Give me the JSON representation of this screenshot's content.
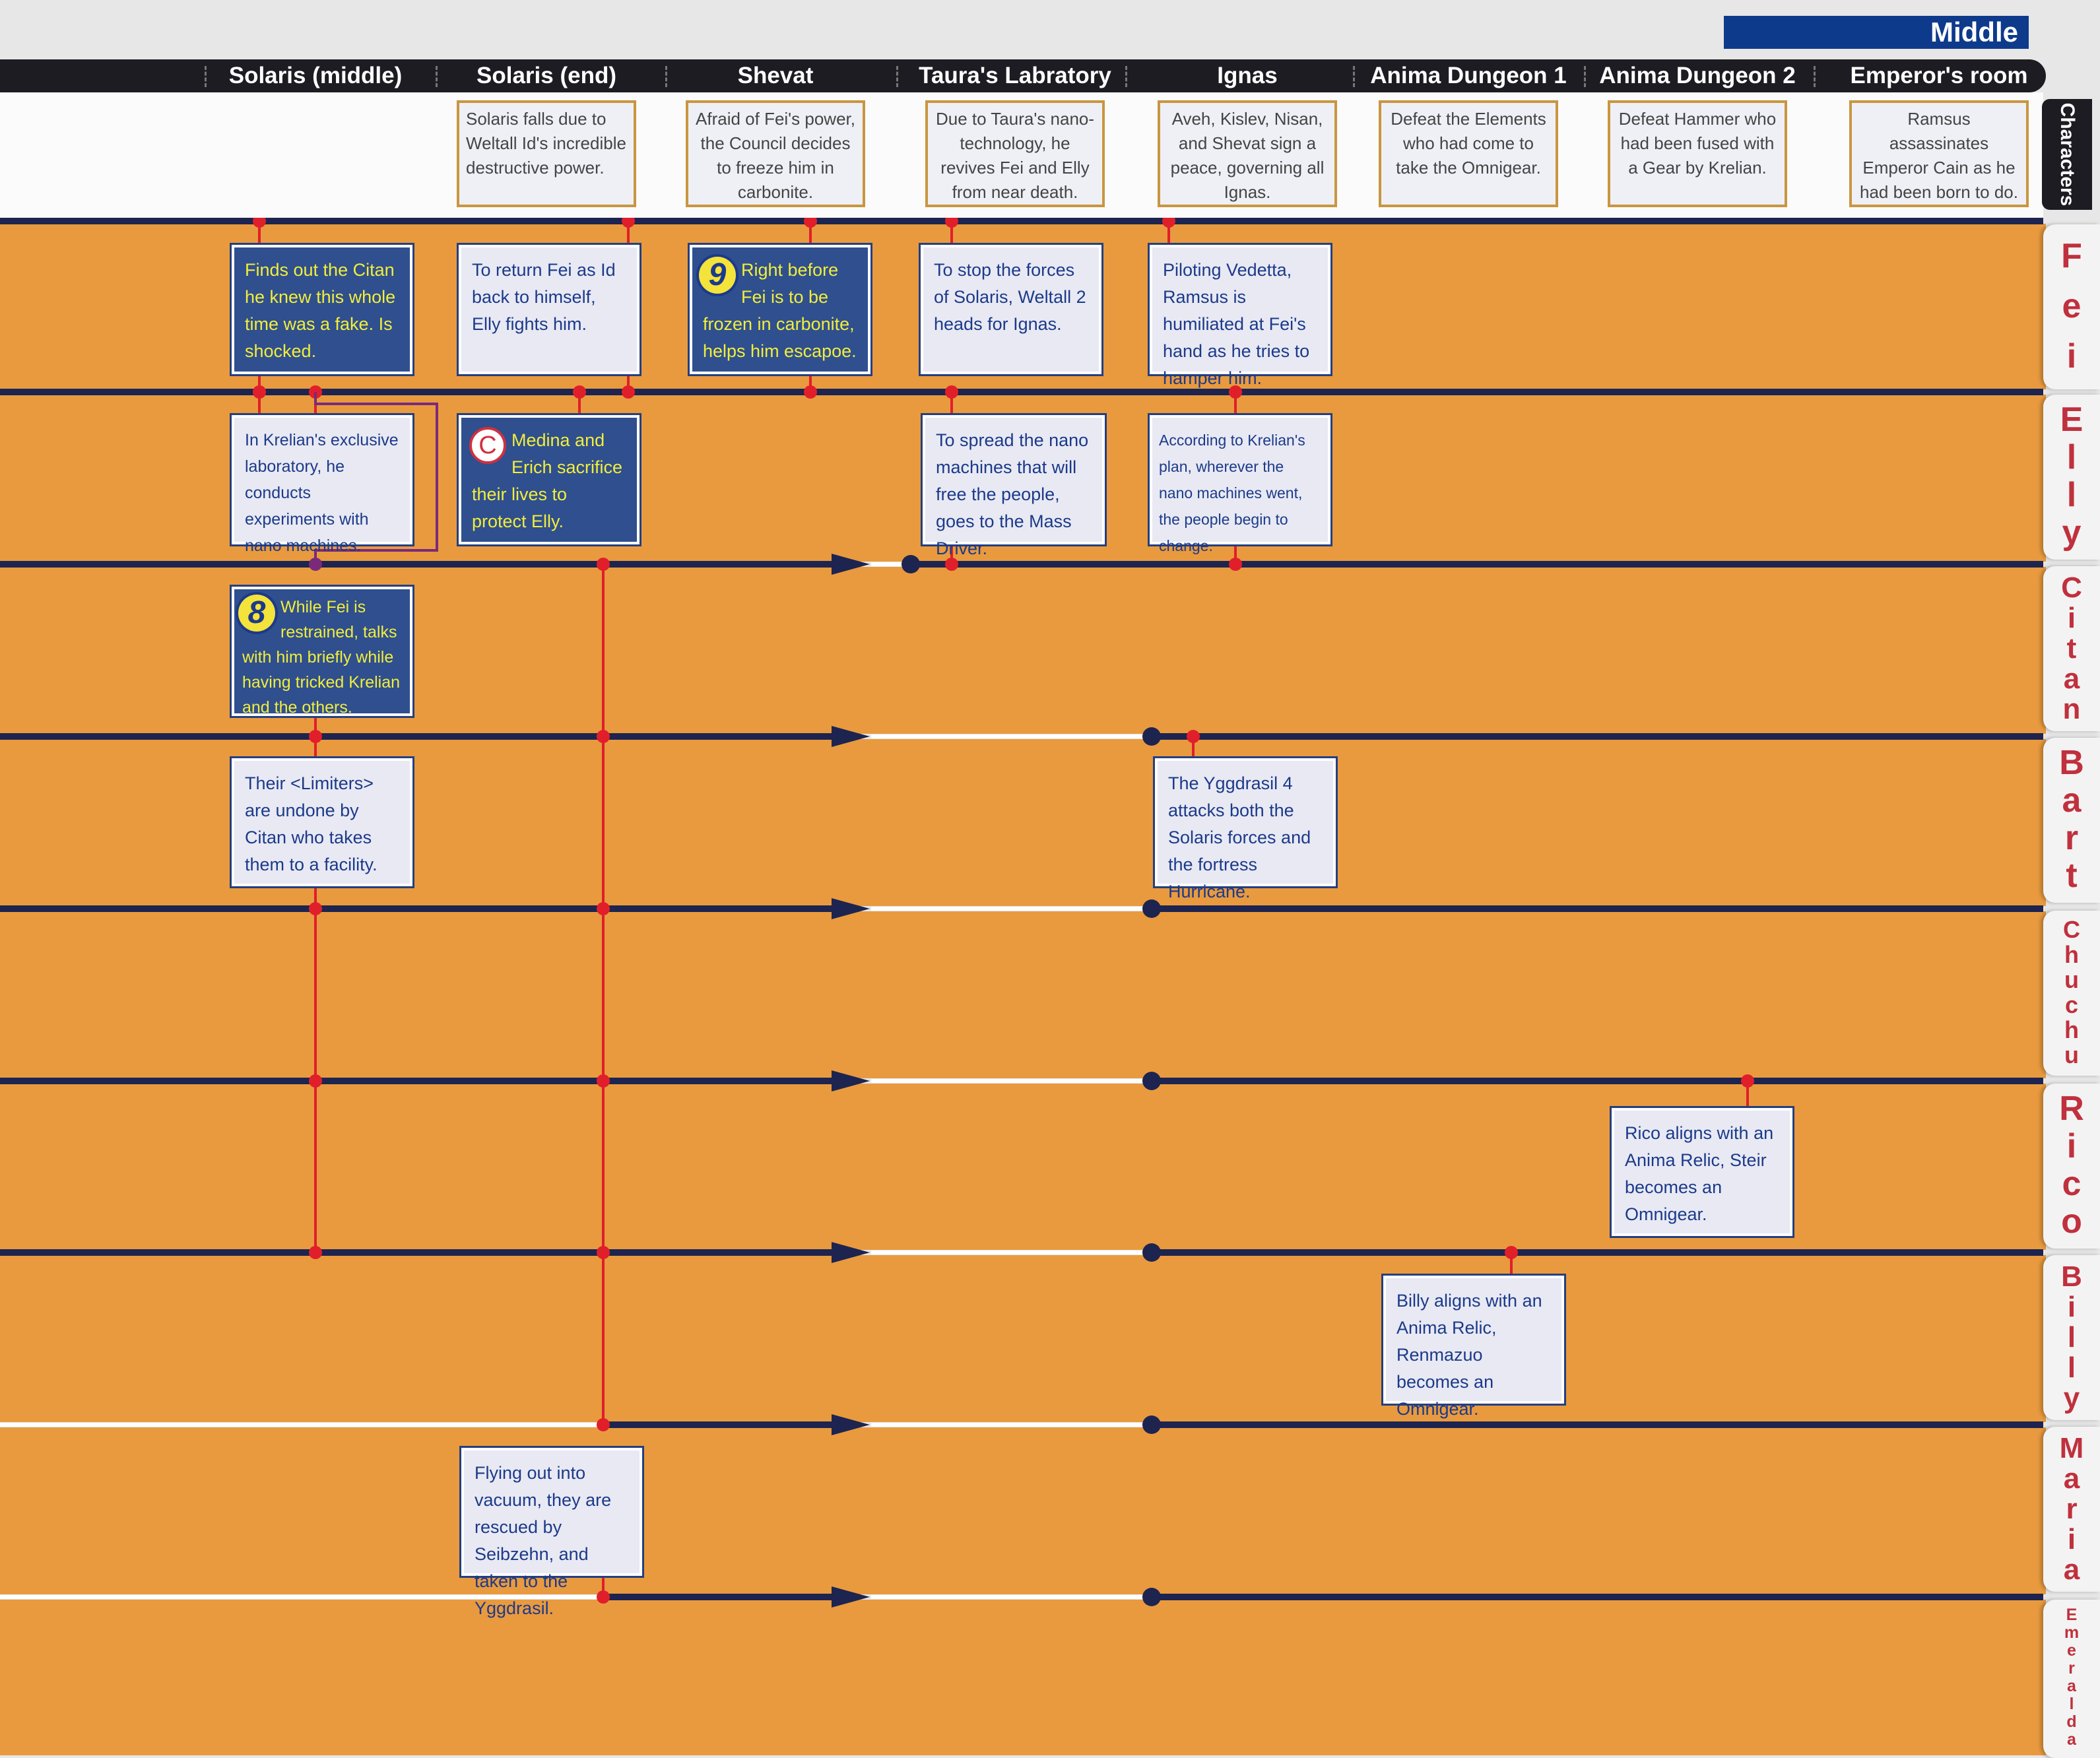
{
  "phase": "Middle",
  "characters_tab": "Characters",
  "locations": [
    "Solaris (middle)",
    "Solaris (end)",
    "Shevat",
    "Taura's Labratory",
    "Ignas",
    "Anima Dungeon 1",
    "Anima Dungeon 2",
    "Emperor's room"
  ],
  "summaries": [
    "",
    "Solaris falls due to Weltall Id's incredible destructive power.",
    "Afraid of Fei's power, the Council decides to freeze him in carbonite.",
    "Due to Taura's nano-technology, he revives Fei and Elly from near death.",
    "Aveh, Kislev, Nisan, and Shevat sign a peace, governing all Ignas.",
    "Defeat the Elements who had come to take the Omnigear.",
    "Defeat Hammer who had been fused with a Gear by Krelian.",
    "Ramsus assassinates Emperor Cain as he had been born to do."
  ],
  "characters": [
    "Fei",
    "Elly",
    "Citan",
    "Bart",
    "Chuchu",
    "Rico",
    "Billy",
    "Maria",
    "Emeralda"
  ],
  "events": {
    "fei_citan_fake": "Finds out the Citan he knew this whole time was a fake. Is shocked.",
    "fei_return_id": "To return Fei as Id back to himself, Elly fights him.",
    "fei_carbonite_badge": "9",
    "fei_carbonite": "Right before Fei is to be frozen in carbonite, helps him escapoe.",
    "fei_stop_forces": "To stop the forces of Solaris, Weltall 2 heads for Ignas.",
    "fei_vedetta": "Piloting Vedetta, Ramsus is humiliated at Fei's hand as he tries to hamper him.",
    "elly_krelian_lab": "In Krelian's exclusive laboratory, he conducts experiments with nano machines.",
    "elly_medina_badge": "C",
    "elly_medina": "Medina and Erich sacrifice their lives to protect Elly.",
    "elly_nano_free": "To spread the nano machines that will free the people, goes to the Mass Driver.",
    "elly_krelian_plan": "According to Krelian's plan, wherever the nano machines went, the people begin to change.",
    "citan_badge": "8",
    "citan_restrained": "While Fei is restrained, talks with him briefly while having tricked Krelian and the others.",
    "bart_limiters": "Their <Limiters> are undone by Citan who takes them to a facility.",
    "bart_yggdrasil": "The Yggdrasil 4 attacks both the Solaris forces and the fortress Hurricane.",
    "rico_anima": "Rico aligns with an Anima Relic, Steir becomes an Omnigear.",
    "billy_anima": "Billy aligns with an Anima Relic, Renmazuo becomes an Omnigear.",
    "maria_vacuum": "Flying out into vacuum, they are rescued by Seibzehn, and taken to the Yggdrasil."
  },
  "colors": {
    "band_fill": "#e99a3e",
    "timeline": "#1d2450",
    "connector": "#e01f2b",
    "inactive_line": "#ffffff",
    "header_bar": "#1c1c22",
    "phase_badge": "#0e3a8c"
  }
}
